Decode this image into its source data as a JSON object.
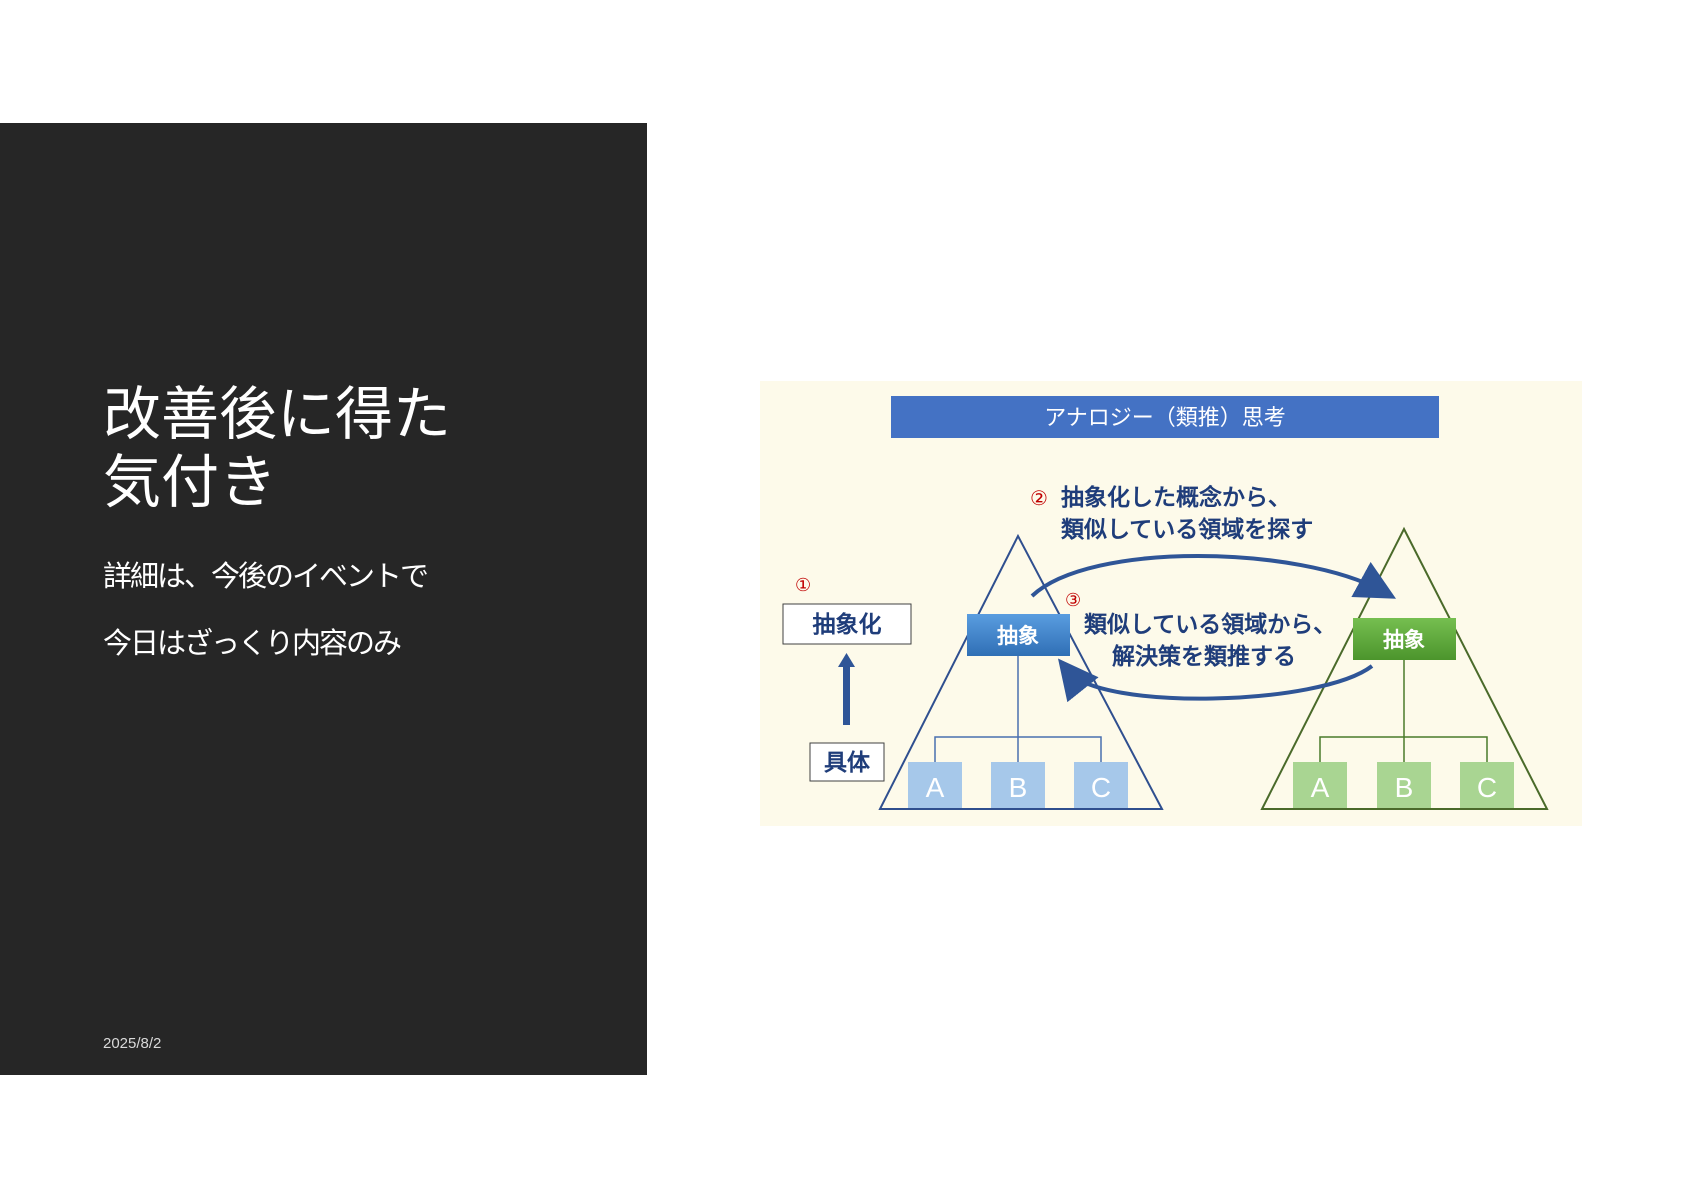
{
  "slide": {
    "title_line1": "改善後に得た",
    "title_line2": "気付き",
    "subtitle_line1": "詳細は、今後のイベントで",
    "subtitle_line2": "今日はざっくり内容のみ",
    "date": "2025/8/2"
  },
  "diagram": {
    "header": "アナロジー（類推）思考",
    "step1_marker": "①",
    "step2_marker": "②",
    "step3_marker": "③",
    "step2_line1": "抽象化した概念から、",
    "step2_line2": "類似している領域を探す",
    "step3_line1": "類似している領域から、",
    "step3_line2": "解決策を類推する",
    "abstraction_label": "抽象化",
    "concrete_label": "具体",
    "left_abstract": "抽象",
    "right_abstract": "抽象",
    "left_leaves": [
      "A",
      "B",
      "C"
    ],
    "right_leaves": [
      "A",
      "B",
      "C"
    ],
    "colors": {
      "header_bg": "#4472c4",
      "text_blue": "#1f3d7a",
      "left_node": "#3f86cf",
      "right_node": "#5ea83c",
      "left_leaf": "#a6c8ea",
      "right_leaf": "#a9d592",
      "marker_red": "#c00000"
    }
  }
}
